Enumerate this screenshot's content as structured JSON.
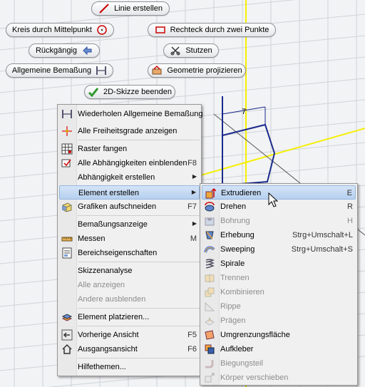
{
  "marking_menu": {
    "line": "Linie erstellen",
    "circle": "Kreis durch Mittelpunkt",
    "rectangle": "Rechteck durch zwei Punkte",
    "undo": "Rückgängig",
    "trim": "Stutzen",
    "dimension": "Allgemeine Bemaßung",
    "project": "Geometrie projizieren",
    "finish": "2D-Skizze beenden"
  },
  "sketch": {
    "dimension_value": "7"
  },
  "context_menu": [
    {
      "label": "Wiederholen Allgemeine Bemaßung",
      "icon": "dimension-icon"
    },
    {
      "label": "Alle Freiheitsgrade anzeigen",
      "icon": "degrees-of-freedom-icon"
    },
    {
      "label": "Raster fangen",
      "icon": "grid-snap-icon"
    },
    {
      "label": "Alle Abhängigkeiten einblenden",
      "shortcut": "F8",
      "icon": "show-constraints-icon"
    },
    {
      "label": "Abhängigkeit erstellen",
      "submenu": true
    },
    {
      "label": "Element erstellen",
      "submenu": true,
      "highlighted": true
    },
    {
      "label": "Grafiken aufschneiden",
      "shortcut": "F7",
      "icon": "slice-graphics-icon"
    },
    {
      "label": "Bemaßungsanzeige",
      "submenu": true
    },
    {
      "label": "Messen",
      "shortcut": "M",
      "icon": "measure-icon"
    },
    {
      "label": "Bereichseigenschaften",
      "icon": "region-properties-icon"
    },
    {
      "label": "Skizzenanalyse"
    },
    {
      "label": "Alle anzeigen",
      "disabled": true
    },
    {
      "label": "Andere ausblenden",
      "disabled": true
    },
    {
      "label": "Element platzieren...",
      "icon": "place-feature-icon"
    },
    {
      "label": "Vorherige Ansicht",
      "shortcut": "F5",
      "icon": "previous-view-icon"
    },
    {
      "label": "Ausgangsansicht",
      "shortcut": "F6",
      "icon": "home-view-icon"
    },
    {
      "label": "Hilfethemen..."
    }
  ],
  "submenu": [
    {
      "label": "Extrudieren",
      "shortcut": "E",
      "highlighted": true,
      "icon": "extrude-icon"
    },
    {
      "label": "Drehen",
      "shortcut": "R",
      "icon": "revolve-icon"
    },
    {
      "label": "Bohrung",
      "shortcut": "H",
      "disabled": true,
      "icon": "hole-icon"
    },
    {
      "label": "Erhebung",
      "shortcut": "Strg+Umschalt+L",
      "icon": "loft-icon"
    },
    {
      "label": "Sweeping",
      "shortcut": "Strg+Umschalt+S",
      "icon": "sweep-icon"
    },
    {
      "label": "Spirale",
      "icon": "coil-icon"
    },
    {
      "label": "Trennen",
      "disabled": true,
      "icon": "split-icon"
    },
    {
      "label": "Kombinieren",
      "disabled": true,
      "icon": "combine-icon"
    },
    {
      "label": "Rippe",
      "disabled": true,
      "icon": "rib-icon"
    },
    {
      "label": "Prägen",
      "disabled": true,
      "icon": "emboss-icon"
    },
    {
      "label": "Umgrenzungsfläche",
      "icon": "boundary-patch-icon"
    },
    {
      "label": "Aufkleber",
      "icon": "decal-icon"
    },
    {
      "label": "Biegungsteil",
      "disabled": true,
      "icon": "bend-part-icon"
    },
    {
      "label": "Körper verschieben",
      "disabled": true,
      "icon": "move-bodies-icon"
    }
  ],
  "colors": {
    "grid_line": "#c9cdd3",
    "axis": "#ffff00",
    "sketch": "#1a2a8a",
    "highlight": "#b6d0ef"
  }
}
